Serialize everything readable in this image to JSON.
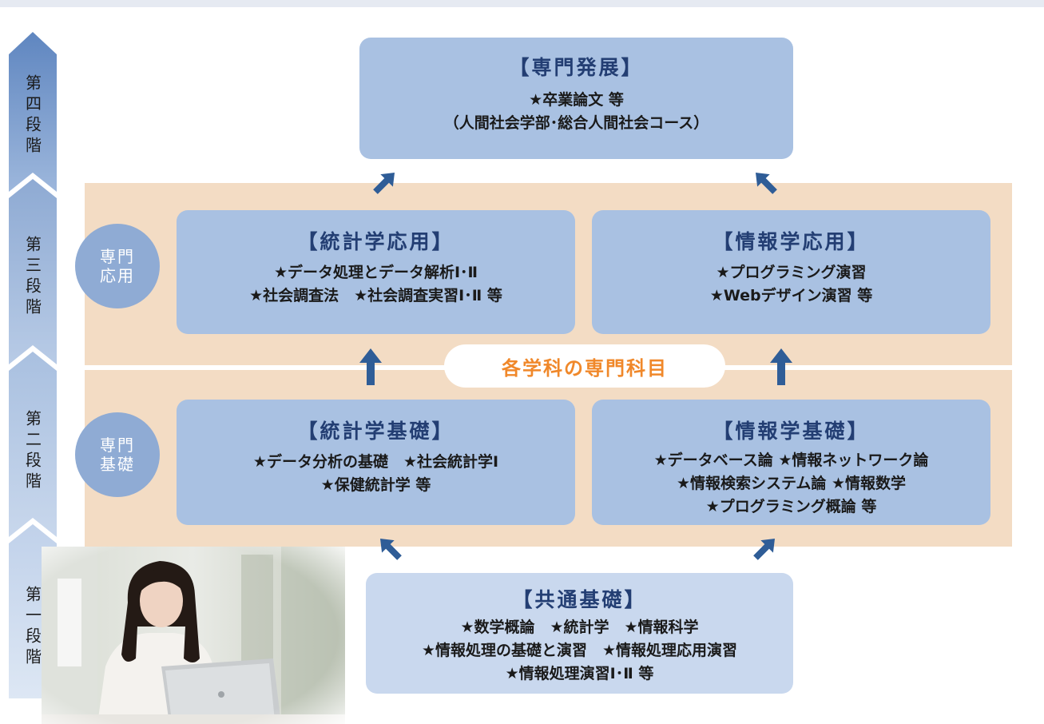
{
  "stages": [
    {
      "id": "stage-4",
      "label": "第四段階"
    },
    {
      "id": "stage-3",
      "label": "第三段階"
    },
    {
      "id": "stage-2",
      "label": "第二段階"
    },
    {
      "id": "stage-1",
      "label": "第一段階"
    }
  ],
  "circles": {
    "applied": [
      "専門",
      "応用"
    ],
    "basic": [
      "専門",
      "基礎"
    ]
  },
  "specialty_label": "各学科の専門科目",
  "boxes": {
    "advanced": {
      "title": "【専門発展】",
      "lines": [
        "★卒業論文 等",
        "（人間社会学部･総合人間社会コース）"
      ]
    },
    "stats_applied": {
      "title": "【統計学応用】",
      "lines": [
        "★データ処理とデータ解析Ⅰ･Ⅱ",
        "★社会調査法　★社会調査実習Ⅰ･Ⅱ 等"
      ]
    },
    "info_applied": {
      "title": "【情報学応用】",
      "lines": [
        "★プログラミング演習",
        "★Webデザイン演習 等"
      ]
    },
    "stats_basic": {
      "title": "【統計学基礎】",
      "lines": [
        "★データ分析の基礎　★社会統計学Ⅰ",
        "★保健統計学 等"
      ]
    },
    "info_basic": {
      "title": "【情報学基礎】",
      "lines": [
        "★データベース論 ★情報ネットワーク論",
        "★情報検索システム論 ★情報数学",
        "★プログラミング概論 等"
      ]
    },
    "common": {
      "title": "【共通基礎】",
      "lines": [
        "★数学概論　★統計学　★情報科学",
        "★情報処理の基礎と演習　★情報処理応用演習",
        "★情報処理演習Ⅰ･Ⅱ 等"
      ]
    }
  },
  "colors": {
    "stage_bar": "#7d9bc9",
    "box_fill": "#a9c1e2",
    "band_fill": "#f3dcc4",
    "title_text": "#233e73",
    "accent_orange": "#f0882a",
    "arrow": "#2f5d97"
  }
}
